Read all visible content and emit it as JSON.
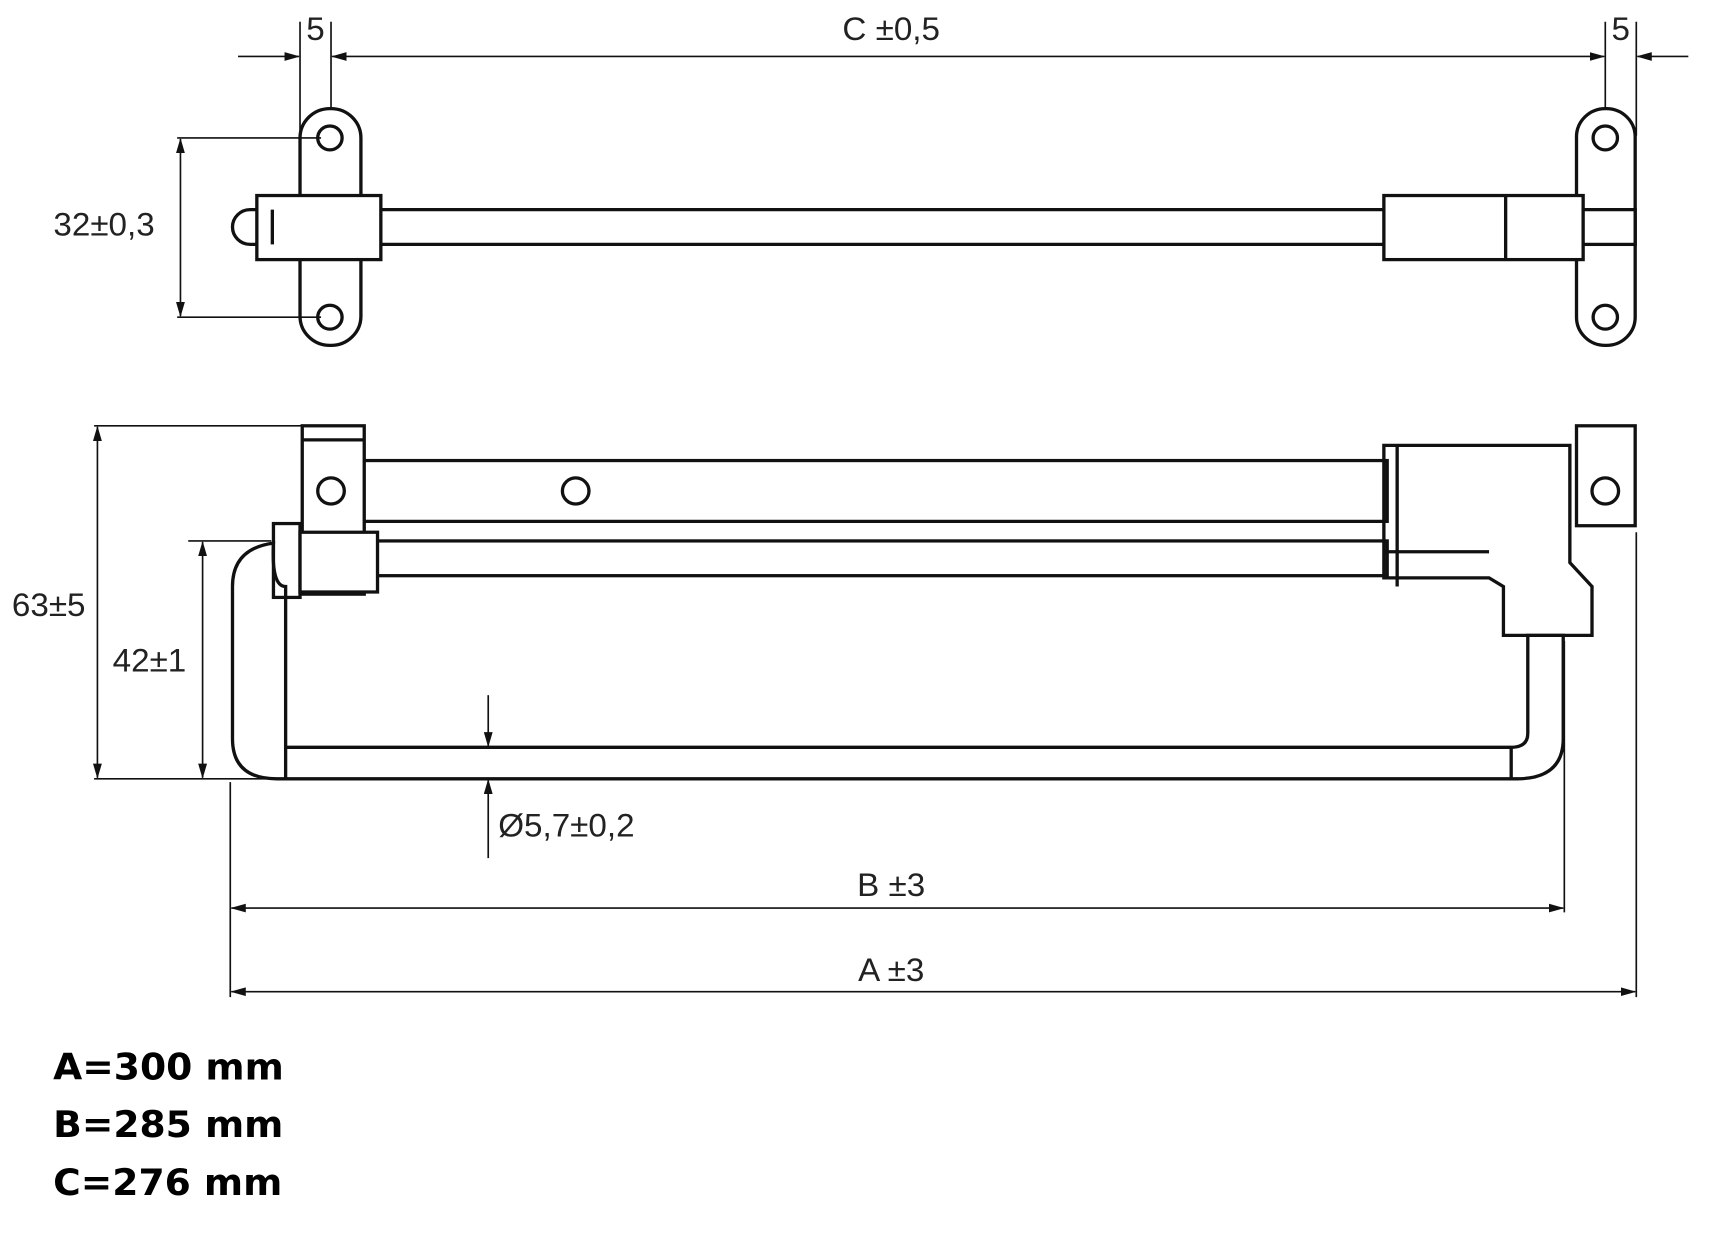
{
  "top_view": {
    "dim_left_offset": "5",
    "dim_c": "C ±0,5",
    "dim_right_offset": "5",
    "dim_hole_spacing": "32±0,3"
  },
  "side_view": {
    "dim_total_height": "63±5",
    "dim_bar_height": "42±1",
    "dim_diameter": "Ø5,7±0,2",
    "dim_b": "B ±3",
    "dim_a": "A ±3"
  },
  "legend": [
    "A=300 mm",
    "B=285 mm",
    "C=276 mm"
  ]
}
